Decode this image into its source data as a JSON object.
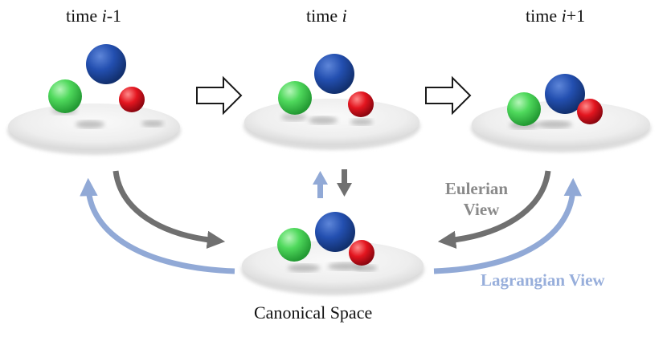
{
  "labels": {
    "time_prev_prefix": "time ",
    "time_prev_var": "i",
    "time_prev_suffix": "-1",
    "time_curr_prefix": "time ",
    "time_curr_var": "i",
    "time_next_prefix": "time ",
    "time_next_var": "i",
    "time_next_suffix": "+1",
    "canonical": "Canonical Space",
    "eulerian_line1": "Eulerian",
    "eulerian_line2": "View",
    "lagrangian": "Lagrangian View"
  },
  "colors": {
    "eulerian_arrow": "#707070",
    "lagrangian_arrow": "#91a9d6",
    "eulerian_text": "#8a8a8a",
    "lagrangian_text": "#97aedb",
    "ball_green": "#3fce4f",
    "ball_blue": "#1f47a8",
    "ball_red": "#e0141f",
    "plate": "#eeeeee"
  }
}
